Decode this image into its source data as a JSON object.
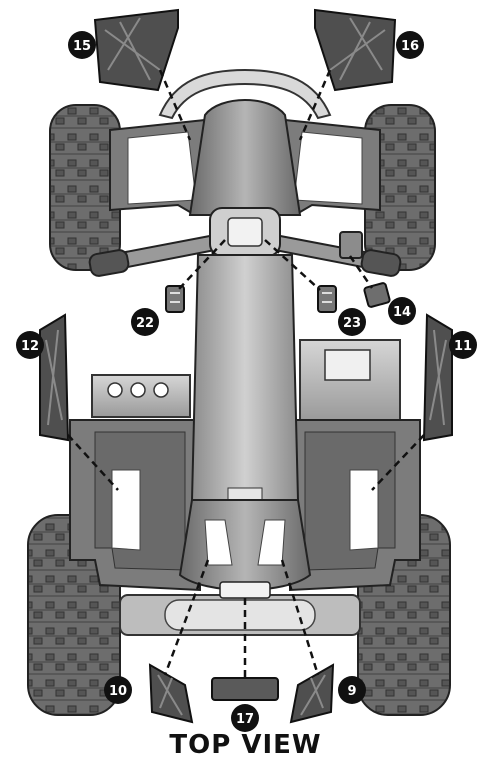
{
  "caption": "TOP VIEW",
  "callouts": [
    "15",
    "16",
    "22",
    "23",
    "14",
    "12",
    "11",
    "10",
    "17",
    "9"
  ],
  "colors": {
    "ink": "#111111",
    "body_shade": "#8a8a8a",
    "body_light": "#c8c8c8",
    "body_dark": "#5a5a5a",
    "decal_zone": "#ffffff"
  }
}
